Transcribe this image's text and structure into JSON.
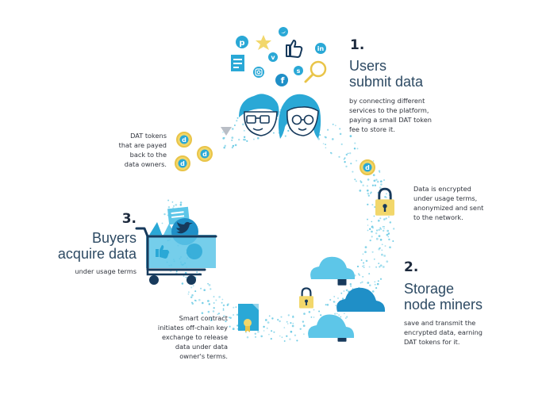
{
  "colors": {
    "teal": "#2aa8d6",
    "light_teal": "#5dc6e8",
    "dark_blue": "#1f4f7a",
    "navy": "#173a5c",
    "gold": "#e9c448",
    "gold_light": "#f2d76b",
    "cloud_light": "#52bfe6",
    "cloud_dark": "#1f8fc7",
    "dots": "#5fc6e2",
    "text": "#2b2f3a"
  },
  "icons": [
    "pinterest-icon",
    "star-icon",
    "twitter-icon",
    "thumbs-up-icon",
    "linkedin-icon",
    "document-icon",
    "vimeo-icon",
    "instagram-icon",
    "facebook-icon",
    "skype-icon",
    "magnifier-icon",
    "lock-icon",
    "cloud-icon",
    "coin-icon",
    "shopping-cart-icon",
    "contract-icon"
  ],
  "steps": [
    {
      "number": "1.",
      "title_line1": "Users",
      "title_line2": "submit data",
      "desc": [
        "by connecting different",
        "services to the platform,",
        "paying a small DAT token",
        "fee to store it."
      ]
    },
    {
      "number": "2.",
      "title_line1": "Storage",
      "title_line2": "node miners",
      "desc": [
        "save and transmit the",
        "encrypted data, earning",
        "DAT tokens for it."
      ]
    },
    {
      "number": "3.",
      "title_line1": "Buyers",
      "title_line2": "acquire data",
      "desc": [
        "under usage terms"
      ]
    }
  ],
  "notes": {
    "encryption": [
      "Data is encrypted",
      "under usage terms,",
      "anonymized and sent",
      "to the network."
    ],
    "tokens_back": [
      "DAT tokens",
      "that are payed",
      "back to the",
      "data owners."
    ],
    "smart_contract": [
      "Smart contract",
      "initiates off-chain key",
      "exchange to release",
      "data under data",
      "owner's terms."
    ]
  },
  "coin_letter": "d"
}
